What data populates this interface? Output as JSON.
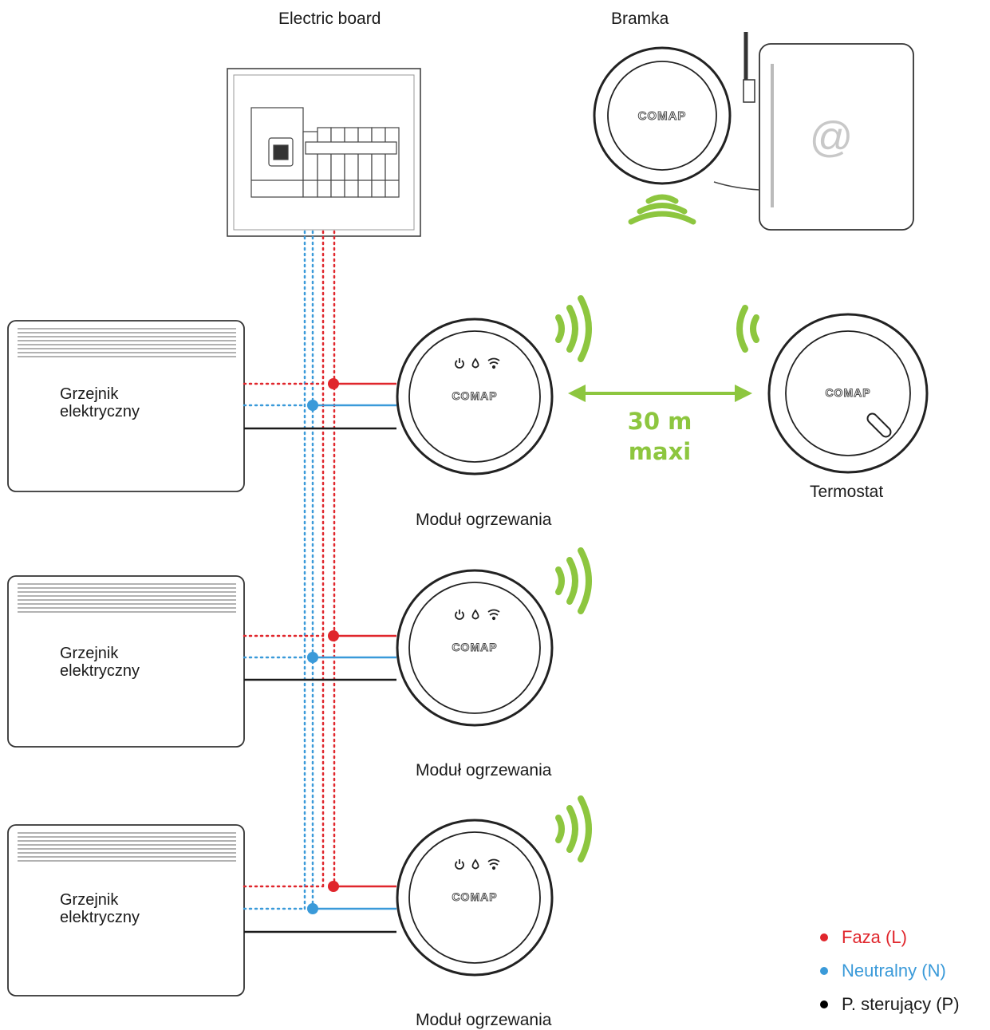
{
  "labels": {
    "electric_board": "Electric board",
    "gateway": "Bramka",
    "thermostat": "Termostat",
    "module_1": "Moduł ogrzewania",
    "module_2": "Moduł ogrzewania",
    "module_3": "Moduł ogrzewania",
    "distance_value": "30 m",
    "distance_unit": "maxi"
  },
  "heaters": [
    {
      "line1": "Grzejnik",
      "line2": "elektryczny"
    },
    {
      "line1": "Grzejnik",
      "line2": "elektryczny"
    },
    {
      "line1": "Grzejnik",
      "line2": "elektryczny"
    }
  ],
  "device_brand": "COMAP",
  "router_symbol": "@",
  "legend": [
    {
      "label": "Faza (L)",
      "color": "#e0262c"
    },
    {
      "label": "Neutralny (N)",
      "color": "#3a9ad9"
    },
    {
      "label": "P. sterujący (P)",
      "color": "#000000"
    }
  ],
  "colors": {
    "phase": "#e0262c",
    "neutral": "#3a9ad9",
    "pilot": "#1a1a1a",
    "signal": "#8dc63f"
  }
}
